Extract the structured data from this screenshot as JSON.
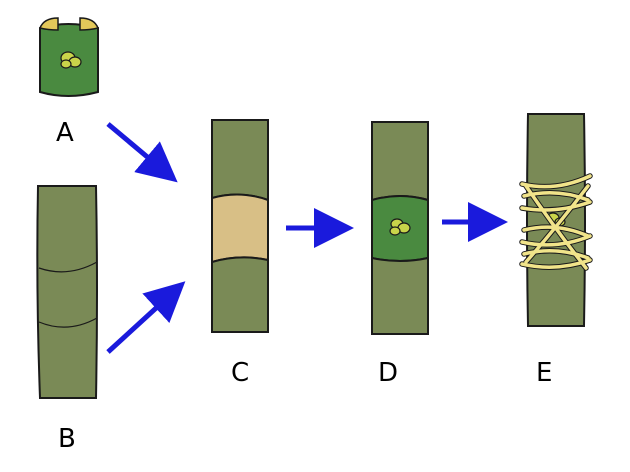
{
  "labels": {
    "a": "A",
    "b": "B",
    "c": "C",
    "d": "D",
    "e": "E"
  },
  "colors": {
    "stem": "#7a8a56",
    "bark_patch": "#4a8a40",
    "exposed_wood": "#d8bf86",
    "bud": "#c9d44a",
    "wrap": "#f1e48a",
    "arrow": "#1a1adc",
    "outline": "#1a1a1a"
  },
  "icons": {
    "bud": "bud-icon",
    "arrow": "arrow-icon"
  }
}
